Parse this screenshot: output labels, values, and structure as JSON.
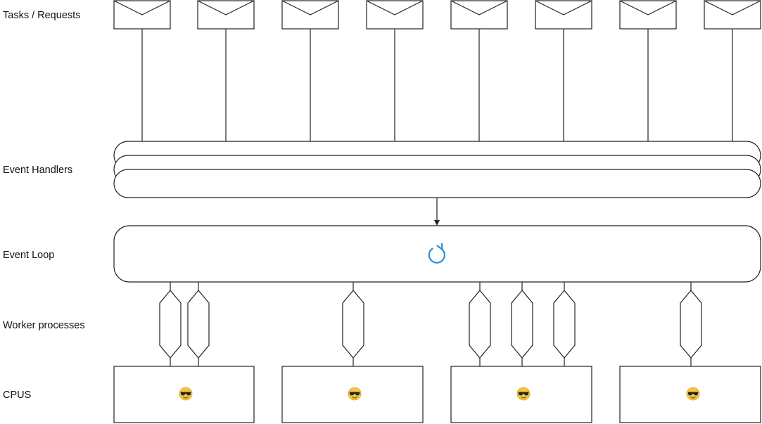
{
  "rows": {
    "tasks": "Tasks / Requests",
    "handlers": "Event Handlers",
    "loop": "Event Loop",
    "workers": "Worker processes",
    "cpus": "CPUS"
  },
  "icons": {
    "task": "envelope-icon",
    "loop": "refresh-icon",
    "cpu": "sunglasses-emoji-icon"
  },
  "colors": {
    "loop_icon": "#2a8fd4",
    "emoji_face": "#f5c542",
    "emoji_glasses": "#222222"
  }
}
